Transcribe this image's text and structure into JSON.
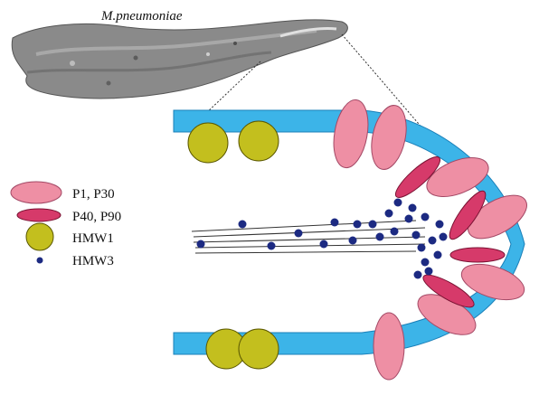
{
  "organism": {
    "label": "M.pneumoniae"
  },
  "legend": {
    "items": [
      {
        "id": "p1-p30",
        "label": "P1, P30",
        "shape": "large-pink-ellipse",
        "color": "#ee8fa4"
      },
      {
        "id": "p40-p90",
        "label": "P40, P90",
        "shape": "small-magenta-ellipse",
        "color": "#d63a6a"
      },
      {
        "id": "hmw1",
        "label": "HMW1",
        "shape": "olive-circle",
        "color": "#c3bf1e"
      },
      {
        "id": "hmw3",
        "label": "HMW3",
        "shape": "navy-dot",
        "color": "#1c2a82"
      }
    ]
  },
  "colors": {
    "membrane": "#3cb4e8",
    "membrane_stroke": "#1a7fb8",
    "outline": "#222222"
  }
}
